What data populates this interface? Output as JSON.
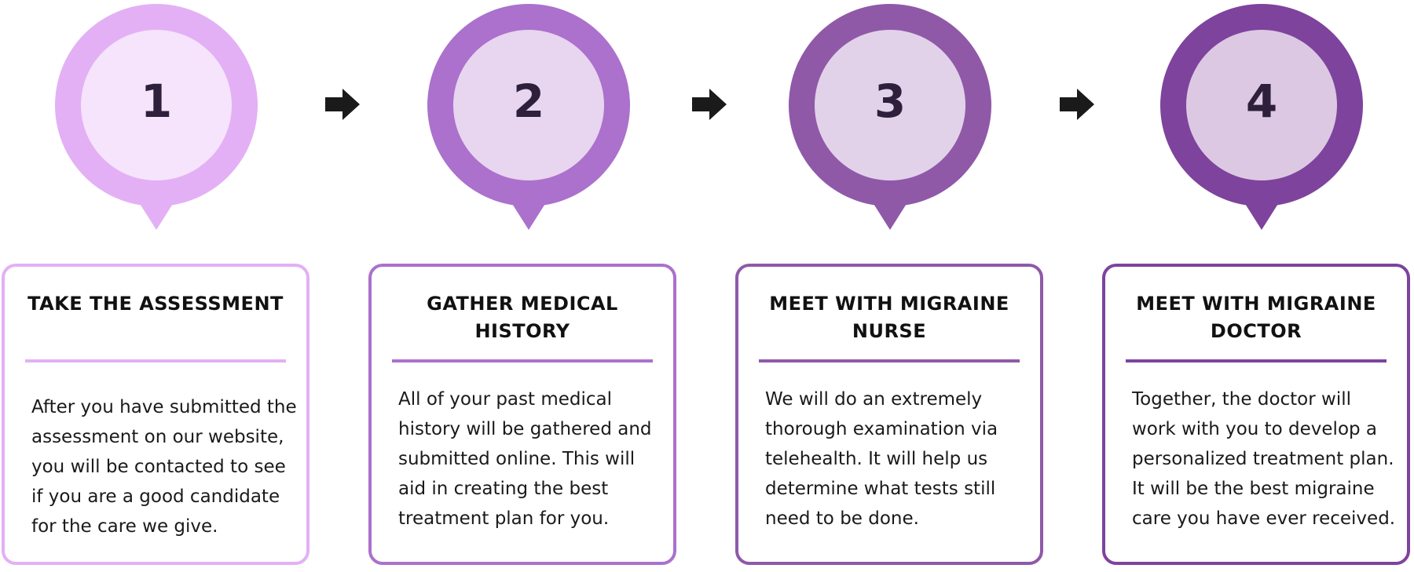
{
  "steps": [
    {
      "number": "1",
      "title": "TAKE THE ASSESSMENT",
      "body": "After you have submitted the assessment on our website, you will be contacted to see if you are a good candidate for the care we give.",
      "outer_color": "#e3b0f5",
      "inner_color": "#f5e4fb",
      "border_color": "#e3b0f5"
    },
    {
      "number": "2",
      "title": "GATHER MEDICAL HISTORY",
      "body": "All of your past medical history will be gathered and submitted online. This will aid in creating the best treatment plan for you.",
      "outer_color": "#ab71cc",
      "inner_color": "#e8d5ef",
      "border_color": "#ab71cc"
    },
    {
      "number": "3",
      "title": "MEET WITH MIGRAINE NURSE",
      "body": "We will do an extremely thorough examination via telehealth. It will help us determine what tests still need to be done.",
      "outer_color": "#8f59a8",
      "inner_color": "#e2d2e9",
      "border_color": "#8f59a8"
    },
    {
      "number": "4",
      "title": "MEET WITH MIGRAINE DOCTOR",
      "body": "Together, the doctor will work with you to develop a personalized treatment plan. It will be the best migraine care you have ever received.",
      "outer_color": "#7e439d",
      "inner_color": "#dcc8e2",
      "border_color": "#7e439d"
    }
  ],
  "arrow_color": "#1a1a1a",
  "arrow_icon": "arrow-right-icon"
}
